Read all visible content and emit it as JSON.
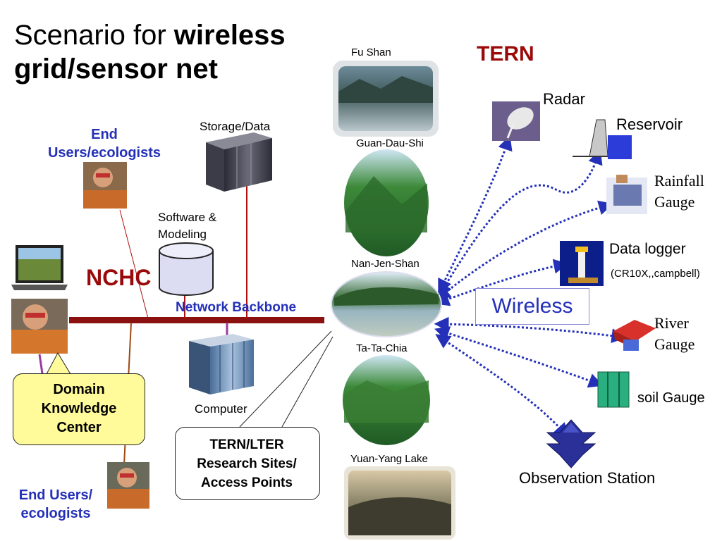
{
  "title": {
    "normal": "Scenario for ",
    "bold_line1": "wireless",
    "bold_line2": "grid/sensor net"
  },
  "labels": {
    "tern": "TERN",
    "nchc": "NCHC",
    "network_backbone": "Network Backbone",
    "end_users_top_line1": "End",
    "end_users_top_line2": "Users/ecologists",
    "end_users_bottom_line1": "End Users/",
    "end_users_bottom_line2": "ecologists",
    "storage": "Storage/Data",
    "software_line1": "Software &",
    "software_line2": "Modeling",
    "computer": "Computer",
    "domain_line1": "Domain",
    "domain_line2": "Knowledge",
    "domain_line3": "Center",
    "tern_sites_line1": "TERN/LTER",
    "tern_sites_line2": "Research Sites/",
    "tern_sites_line3": "Access Points",
    "wireless": "Wireless"
  },
  "sites": [
    "Fu Shan",
    "Guan-Dau-Shi",
    "Nan-Jen-Shan",
    "Ta-Ta-Chia",
    "Yuan-Yang Lake"
  ],
  "sensors": {
    "radar": "Radar",
    "reservoir": "Reservoir",
    "rainfall_line1": "Rainfall",
    "rainfall_line2": "Gauge",
    "data_logger": "Data logger",
    "data_logger_sub": "(CR10X,,campbell)",
    "river_line1": "River",
    "river_line2": "Gauge",
    "soil": "soil Gauge",
    "observation": "Observation Station"
  },
  "colors": {
    "dark_red": "#9b0a0a",
    "blue": "#2430b8",
    "yellow_box": "#fffb9a"
  }
}
